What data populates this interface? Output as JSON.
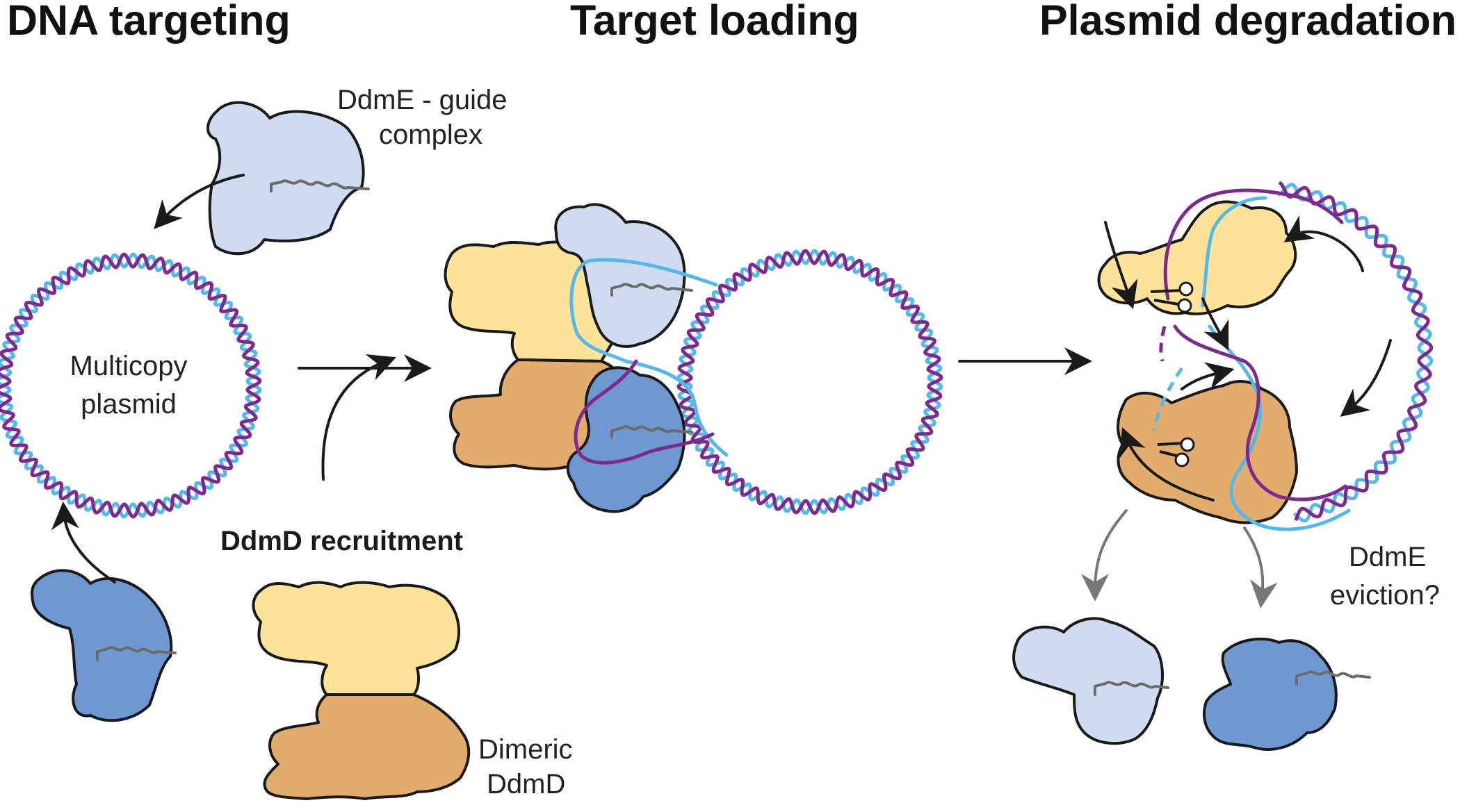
{
  "headings": {
    "step1": "DNA targeting",
    "step2": "Target loading",
    "step3": "Plasmid degradation"
  },
  "labels": {
    "guide_complex_line1": "DdmE - guide",
    "guide_complex_line2": "complex",
    "plasmid_line1": "Multicopy",
    "plasmid_line2": "plasmid",
    "recruitment": "DdmD recruitment",
    "dimer_line1": "Dimeric",
    "dimer_line2": "DdmD",
    "eviction_line1": "DdmE",
    "eviction_line2": "eviction?"
  },
  "colors": {
    "ddme_light": "#d0daf0",
    "ddme_dark": "#6f97d2",
    "ddmd_light": "#fde39a",
    "ddmd_dark": "#e2ac6d",
    "dna_strand_purple": "#7d2a8e",
    "dna_strand_cyan": "#56b8e8",
    "outline": "#1a1a1a",
    "guide_rna": "#6b6b6b",
    "eviction_arrow": "#777777"
  }
}
